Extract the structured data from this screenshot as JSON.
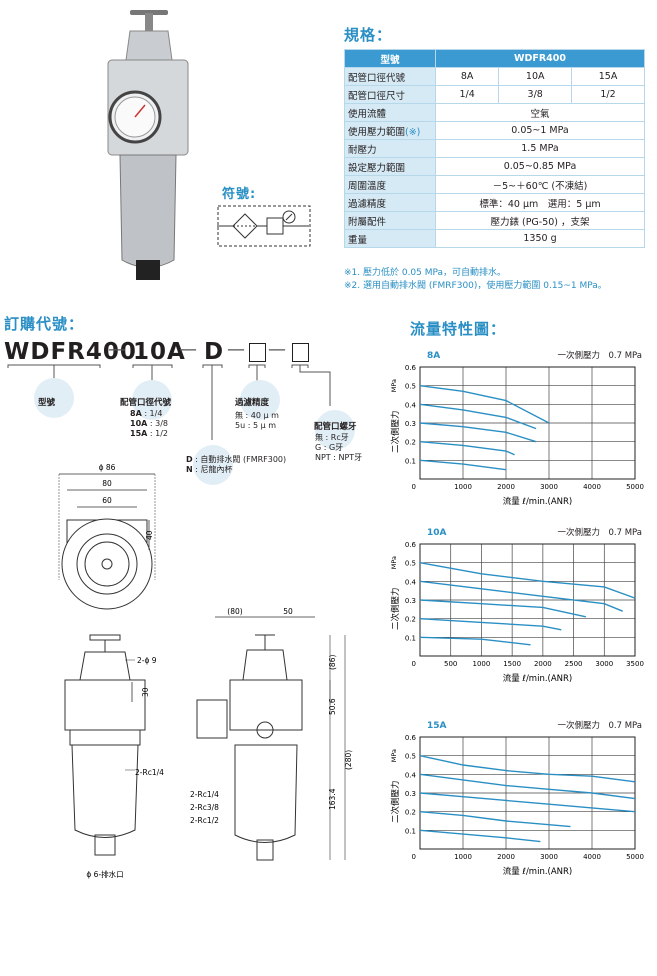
{
  "spec_title": "規格：",
  "symbol_label": "符號:",
  "spec_table": {
    "header": [
      "型號",
      "WDFR400"
    ],
    "port_code_label": "配管口徑代號",
    "port_codes": [
      "8A",
      "10A",
      "15A"
    ],
    "port_size_label": "配管口徑尺寸",
    "port_sizes": [
      "1/4",
      "3/8",
      "1/2"
    ],
    "rows": [
      {
        "label": "使用流體",
        "value": "空氣"
      },
      {
        "label": "使用壓力範圍",
        "mark": "(※)",
        "value": "0.05~1 MPa"
      },
      {
        "label": "耐壓力",
        "value": "1.5 MPa"
      },
      {
        "label": "設定壓力範圍",
        "value": "0.05~0.85 MPa"
      },
      {
        "label": "周圍溫度",
        "value": "－5~＋60℃ (不凍結)"
      },
      {
        "label": "過濾精度",
        "value": "標準：40 μm　選用：5 μm"
      },
      {
        "label": "附屬配件",
        "value": "壓力錶 (PG-50) ，支架"
      },
      {
        "label": "重量",
        "value": "1350 g"
      }
    ]
  },
  "notes": [
    "※1. 壓力低於 0.05 MPa，可自動排水。",
    "※2. 選用自動排水閥 (FMRF300)，使用壓力範圍 0.15~1 MPa。"
  ],
  "order": {
    "title": "訂購代號：",
    "model": "WDFR400",
    "dash": "—",
    "port": "10A",
    "drain": "D",
    "model_label": "型號",
    "port_label": "配管口徑代號",
    "port_options": [
      {
        "code": "8A",
        "value": ": 1/4"
      },
      {
        "code": "10A",
        "value": ": 3/8"
      },
      {
        "code": "15A",
        "value": ": 1/2"
      }
    ],
    "filter_label": "過濾精度",
    "filter_options": [
      "無 : 40 μ m",
      "5u : 5 μ m"
    ],
    "thread_label": "配管口螺牙",
    "thread_options": [
      "無 : Rc牙",
      "G : G牙",
      "NPT : NPT牙"
    ],
    "drain_options": [
      {
        "code": "D",
        "value": ": 自動排水閥 (FMRF300)"
      },
      {
        "code": "N",
        "value": ": 尼龍內杯"
      }
    ]
  },
  "dimensions": {
    "phi86": "ϕ 86",
    "w80": "80",
    "w60": "60",
    "h40": "40",
    "hole": "2-ϕ 9",
    "h30": "30",
    "rc14": "2-Rc1/4",
    "drain_port": "ϕ 6-排水口",
    "side_80": "(80)",
    "side_50": "50",
    "side_86": "(86)",
    "side_506": "50.6",
    "side_280": "(280)",
    "side_1634": "163.4",
    "ports": [
      "2-Rc1/4",
      "2-Rc3/8",
      "2-Rc1/2"
    ]
  },
  "flow_title": "流量特性圖：",
  "chart_data": [
    {
      "type": "line",
      "title": "8A",
      "subtitle": "一次側壓力　0.7 MPa",
      "ylabel": "二次側壓力",
      "yunit": "MPa",
      "xlabel": "流量 ℓ/min.(ANR)",
      "xlim": [
        0,
        5000
      ],
      "ylim": [
        0,
        0.6
      ],
      "xticks": [
        1000,
        2000,
        3000,
        4000,
        5000
      ],
      "yticks": [
        0.1,
        0.2,
        0.3,
        0.4,
        0.5,
        0.6
      ],
      "grid": true,
      "series": [
        {
          "x": [
            0,
            1000,
            2000,
            3000
          ],
          "y": [
            0.5,
            0.47,
            0.42,
            0.3
          ]
        },
        {
          "x": [
            0,
            1000,
            2000,
            2700
          ],
          "y": [
            0.4,
            0.37,
            0.33,
            0.27
          ]
        },
        {
          "x": [
            0,
            1000,
            2000,
            2700
          ],
          "y": [
            0.3,
            0.28,
            0.25,
            0.2
          ]
        },
        {
          "x": [
            0,
            1000,
            2000,
            2200
          ],
          "y": [
            0.2,
            0.18,
            0.15,
            0.13
          ]
        },
        {
          "x": [
            0,
            1000,
            2000
          ],
          "y": [
            0.1,
            0.08,
            0.05
          ]
        }
      ]
    },
    {
      "type": "line",
      "title": "10A",
      "subtitle": "一次側壓力　0.7 MPa",
      "ylabel": "二次側壓力",
      "yunit": "MPa",
      "xlabel": "流量 ℓ/min.(ANR)",
      "xlim": [
        0,
        3500
      ],
      "ylim": [
        0,
        0.6
      ],
      "xticks": [
        500,
        1000,
        1500,
        2000,
        2500,
        3000,
        3500
      ],
      "yticks": [
        0.1,
        0.2,
        0.3,
        0.4,
        0.5,
        0.6
      ],
      "grid": true,
      "series": [
        {
          "x": [
            0,
            1000,
            2000,
            3000,
            3500
          ],
          "y": [
            0.5,
            0.44,
            0.4,
            0.37,
            0.31
          ]
        },
        {
          "x": [
            0,
            1000,
            2000,
            3000,
            3300
          ],
          "y": [
            0.4,
            0.36,
            0.32,
            0.28,
            0.24
          ]
        },
        {
          "x": [
            0,
            1000,
            2000,
            2700
          ],
          "y": [
            0.3,
            0.28,
            0.26,
            0.21
          ]
        },
        {
          "x": [
            0,
            1000,
            2000,
            2300
          ],
          "y": [
            0.2,
            0.18,
            0.16,
            0.14
          ]
        },
        {
          "x": [
            0,
            1000,
            1800
          ],
          "y": [
            0.1,
            0.09,
            0.06
          ]
        }
      ]
    },
    {
      "type": "line",
      "title": "15A",
      "subtitle": "一次側壓力　0.7 MPa",
      "ylabel": "二次側壓力",
      "yunit": "MPa",
      "xlabel": "流量 ℓ/min.(ANR)",
      "xlim": [
        0,
        5000
      ],
      "ylim": [
        0,
        0.6
      ],
      "xticks": [
        1000,
        2000,
        3000,
        4000,
        5000
      ],
      "yticks": [
        0.1,
        0.2,
        0.3,
        0.4,
        0.5,
        0.6
      ],
      "grid": true,
      "series": [
        {
          "x": [
            0,
            1000,
            2000,
            3000,
            4000,
            5000
          ],
          "y": [
            0.5,
            0.45,
            0.42,
            0.4,
            0.39,
            0.36
          ]
        },
        {
          "x": [
            0,
            1000,
            2000,
            3000,
            4000,
            5000
          ],
          "y": [
            0.4,
            0.37,
            0.34,
            0.32,
            0.3,
            0.27
          ]
        },
        {
          "x": [
            0,
            1000,
            2000,
            3000,
            4000,
            5000
          ],
          "y": [
            0.3,
            0.28,
            0.26,
            0.24,
            0.22,
            0.2
          ]
        },
        {
          "x": [
            0,
            1000,
            2000,
            3000,
            3500
          ],
          "y": [
            0.2,
            0.18,
            0.15,
            0.13,
            0.12
          ]
        },
        {
          "x": [
            0,
            1000,
            2000,
            2800
          ],
          "y": [
            0.1,
            0.08,
            0.06,
            0.04
          ]
        }
      ]
    }
  ]
}
